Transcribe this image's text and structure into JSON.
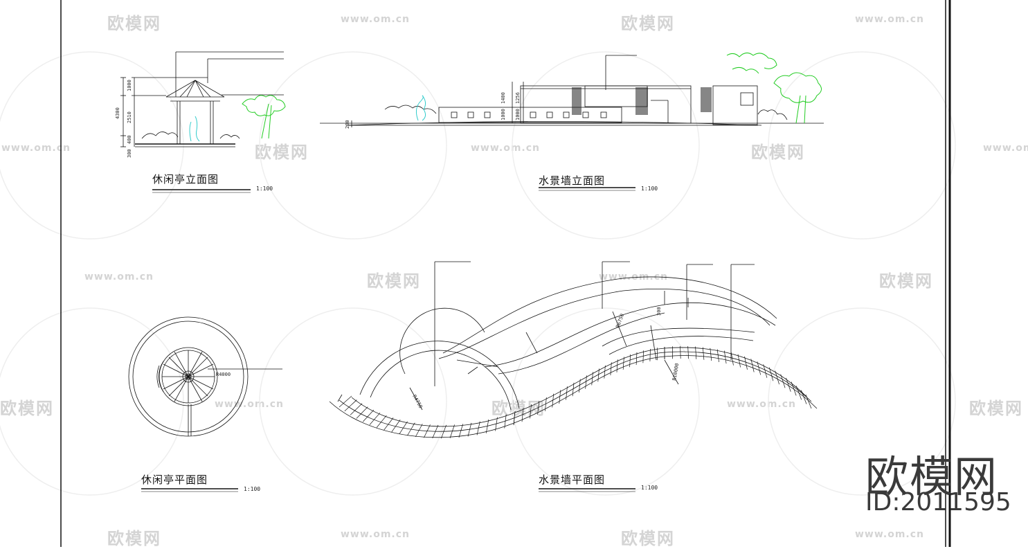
{
  "drawings": [
    {
      "title": "休闲亭立面图",
      "scale": "1:100"
    },
    {
      "title": "水景墙立面图",
      "scale": "1:100"
    },
    {
      "title": "休闲亭平面图",
      "scale": "1:100"
    },
    {
      "title": "水景墙平面图",
      "scale": "1:100"
    }
  ],
  "watermark": {
    "brand": "欧模网",
    "url": "www.om.cn"
  },
  "brand_mark": {
    "name": "欧模网",
    "id": "ID:2011595"
  },
  "dimensions": {
    "pavilion_elevation": [
      "1000",
      "2510",
      "4300",
      "400",
      "300"
    ],
    "wall_elevation": [
      "1400",
      "1000",
      "1000",
      "1256",
      "200"
    ],
    "pavilion_plan": [
      "R4000"
    ],
    "wall_plan": [
      "R4750",
      "R6750",
      "300",
      "R10000"
    ]
  },
  "colors": {
    "line": "#111111",
    "plant": "#22cc22",
    "water": "#33cccc",
    "watermark": "#d4d4d4"
  }
}
